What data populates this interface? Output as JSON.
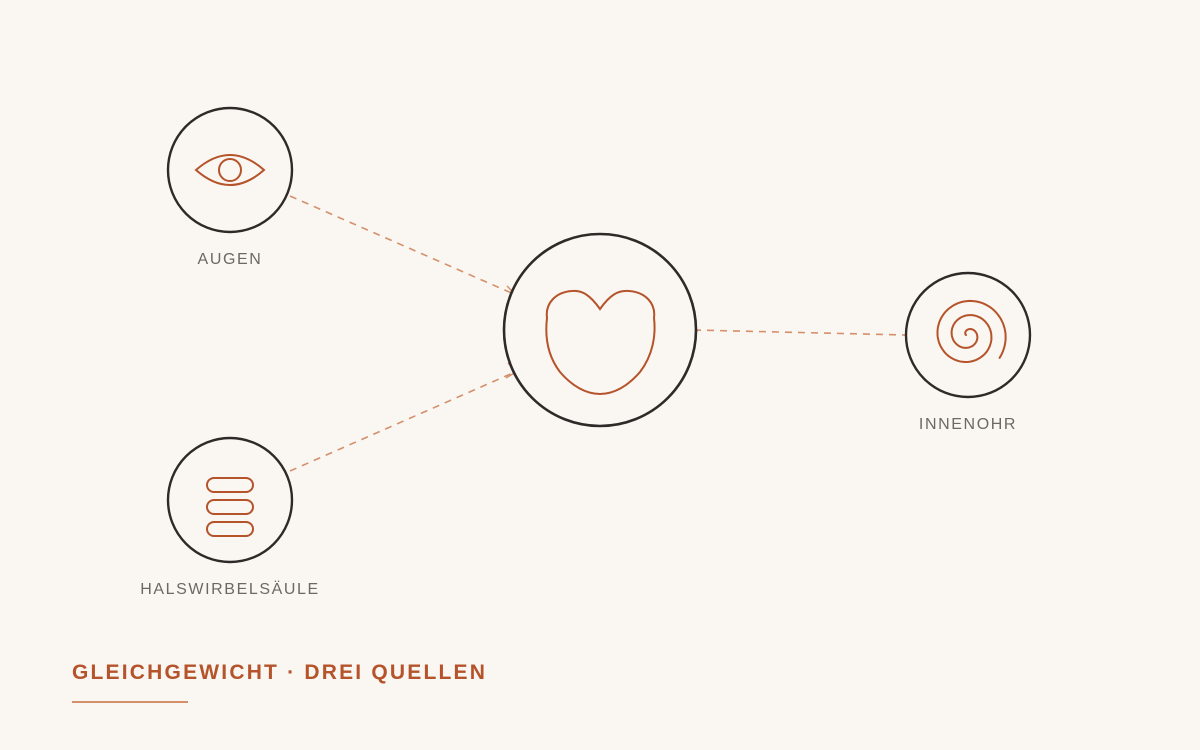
{
  "nodes": {
    "eyes": {
      "label": "AUGEN",
      "icon": "eye-icon"
    },
    "neck": {
      "label": "HALSWIRBELSÄULE",
      "icon": "vertebrae-icon"
    },
    "center": {
      "label": "",
      "icon": "brain-heart-icon"
    },
    "inner_ear": {
      "label": "INNENOHR",
      "icon": "spiral-icon"
    }
  },
  "footer": {
    "title": "GLEICHGEWICHT · DREI QUELLEN"
  },
  "colors": {
    "background": "#faf6f2",
    "accent": "#b5532a",
    "connector": "#d4906a",
    "circle_stroke": "#2e2a28",
    "label": "#6e6864"
  }
}
